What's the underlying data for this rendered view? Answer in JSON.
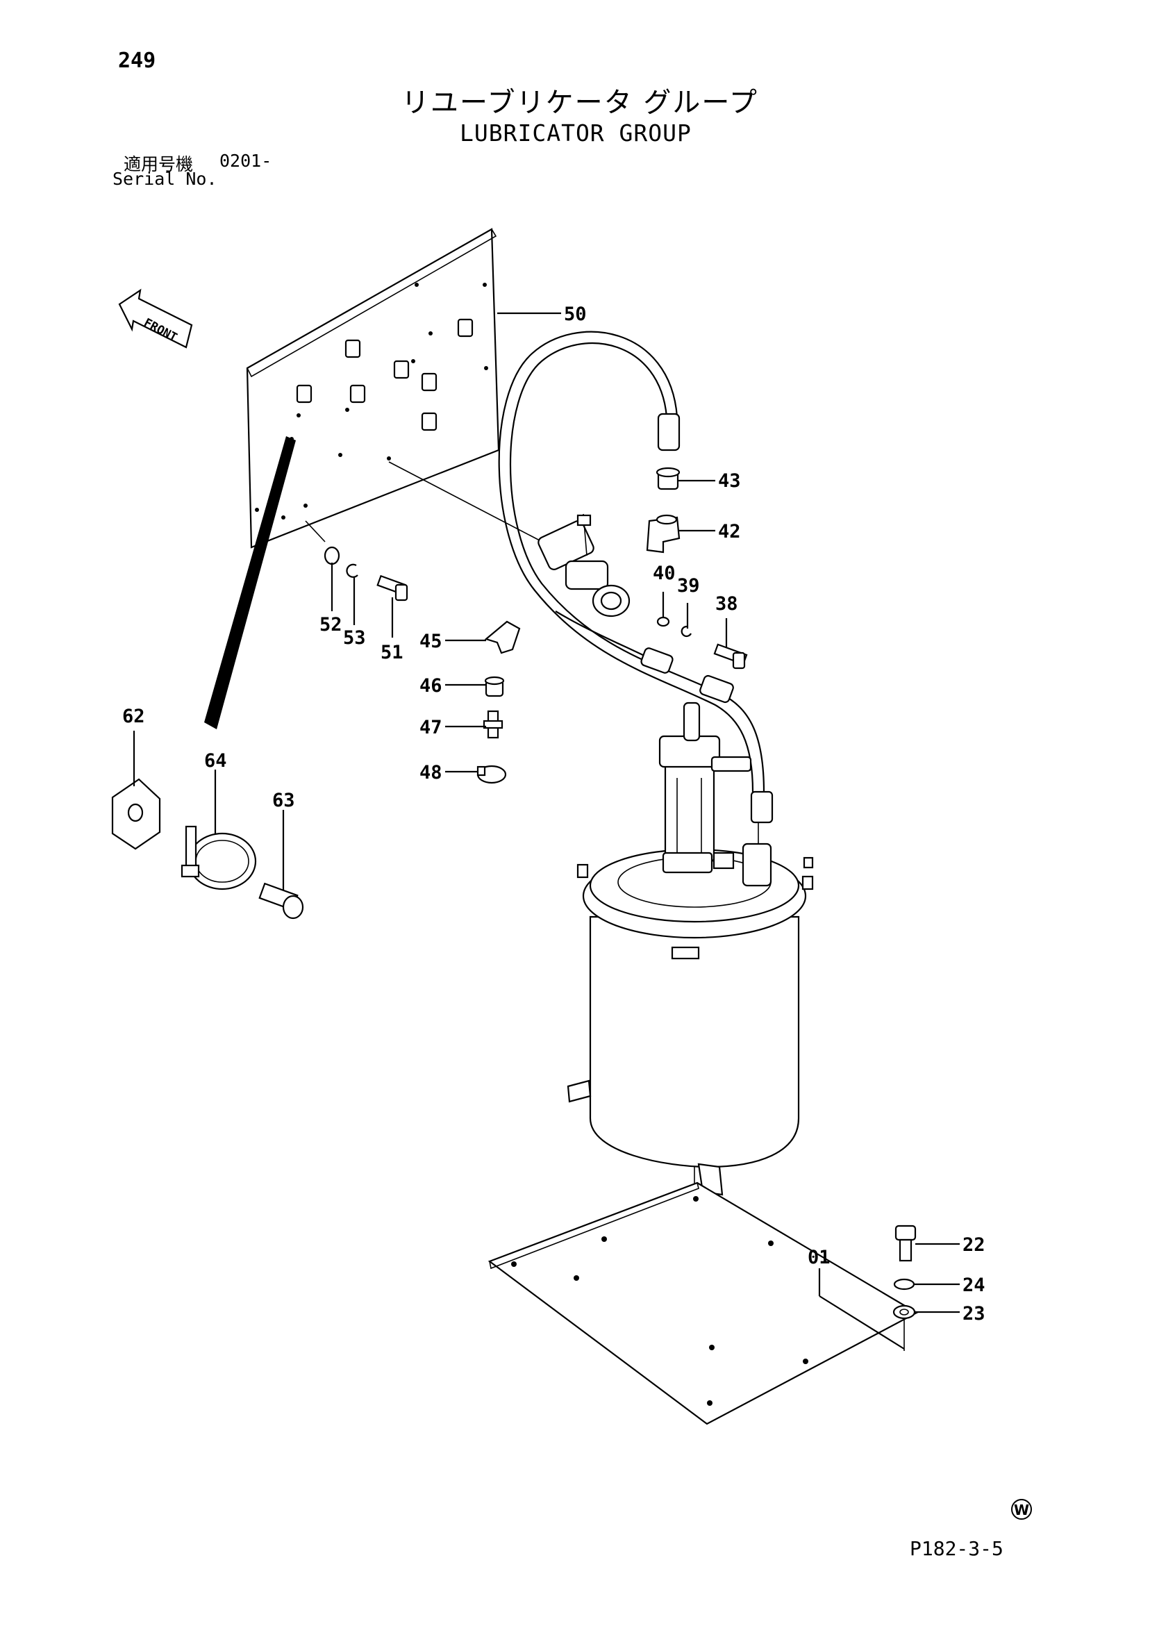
{
  "header": {
    "page_number": "249",
    "title_jp": "リユーブリケータ グループ",
    "title_en": "LUBRICATOR GROUP",
    "serial_label_jp": "適用号機",
    "serial_value": "0201-",
    "serial_label_en": "Serial No."
  },
  "front_label": "FRONT",
  "callouts": {
    "c50": "50",
    "c43": "43",
    "c42": "42",
    "c40": "40",
    "c39": "39",
    "c38": "38",
    "c52": "52",
    "c53": "53",
    "c51": "51",
    "c45": "45",
    "c46": "46",
    "c47": "47",
    "c48": "48",
    "c62": "62",
    "c64": "64",
    "c63": "63",
    "c01": "01",
    "c22": "22",
    "c24": "24",
    "c23": "23"
  },
  "stamp_letter": "W",
  "footer_code": "P182-3-5"
}
